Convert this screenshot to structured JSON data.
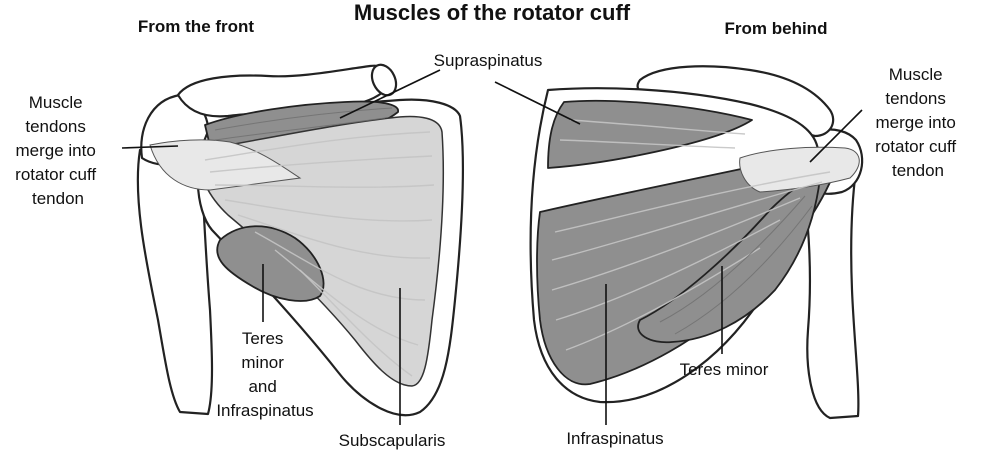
{
  "title": "Muscles of the rotator cuff",
  "views": {
    "front": "From the front",
    "behind": "From behind"
  },
  "labels": {
    "supraspinatus": "Supraspinatus",
    "tendons_left": [
      "Muscle",
      "tendons",
      "merge into",
      "rotator cuff",
      "tendon"
    ],
    "tendons_right": [
      "Muscle",
      "tendons",
      "merge into",
      "rotator cuff",
      "tendon"
    ],
    "teres_infra_left": [
      "Teres",
      "minor",
      "and",
      "Infraspinatus"
    ],
    "subscapularis": "Subscapularis",
    "infraspinatus": "Infraspinatus",
    "teres_minor": "Teres minor"
  }
}
